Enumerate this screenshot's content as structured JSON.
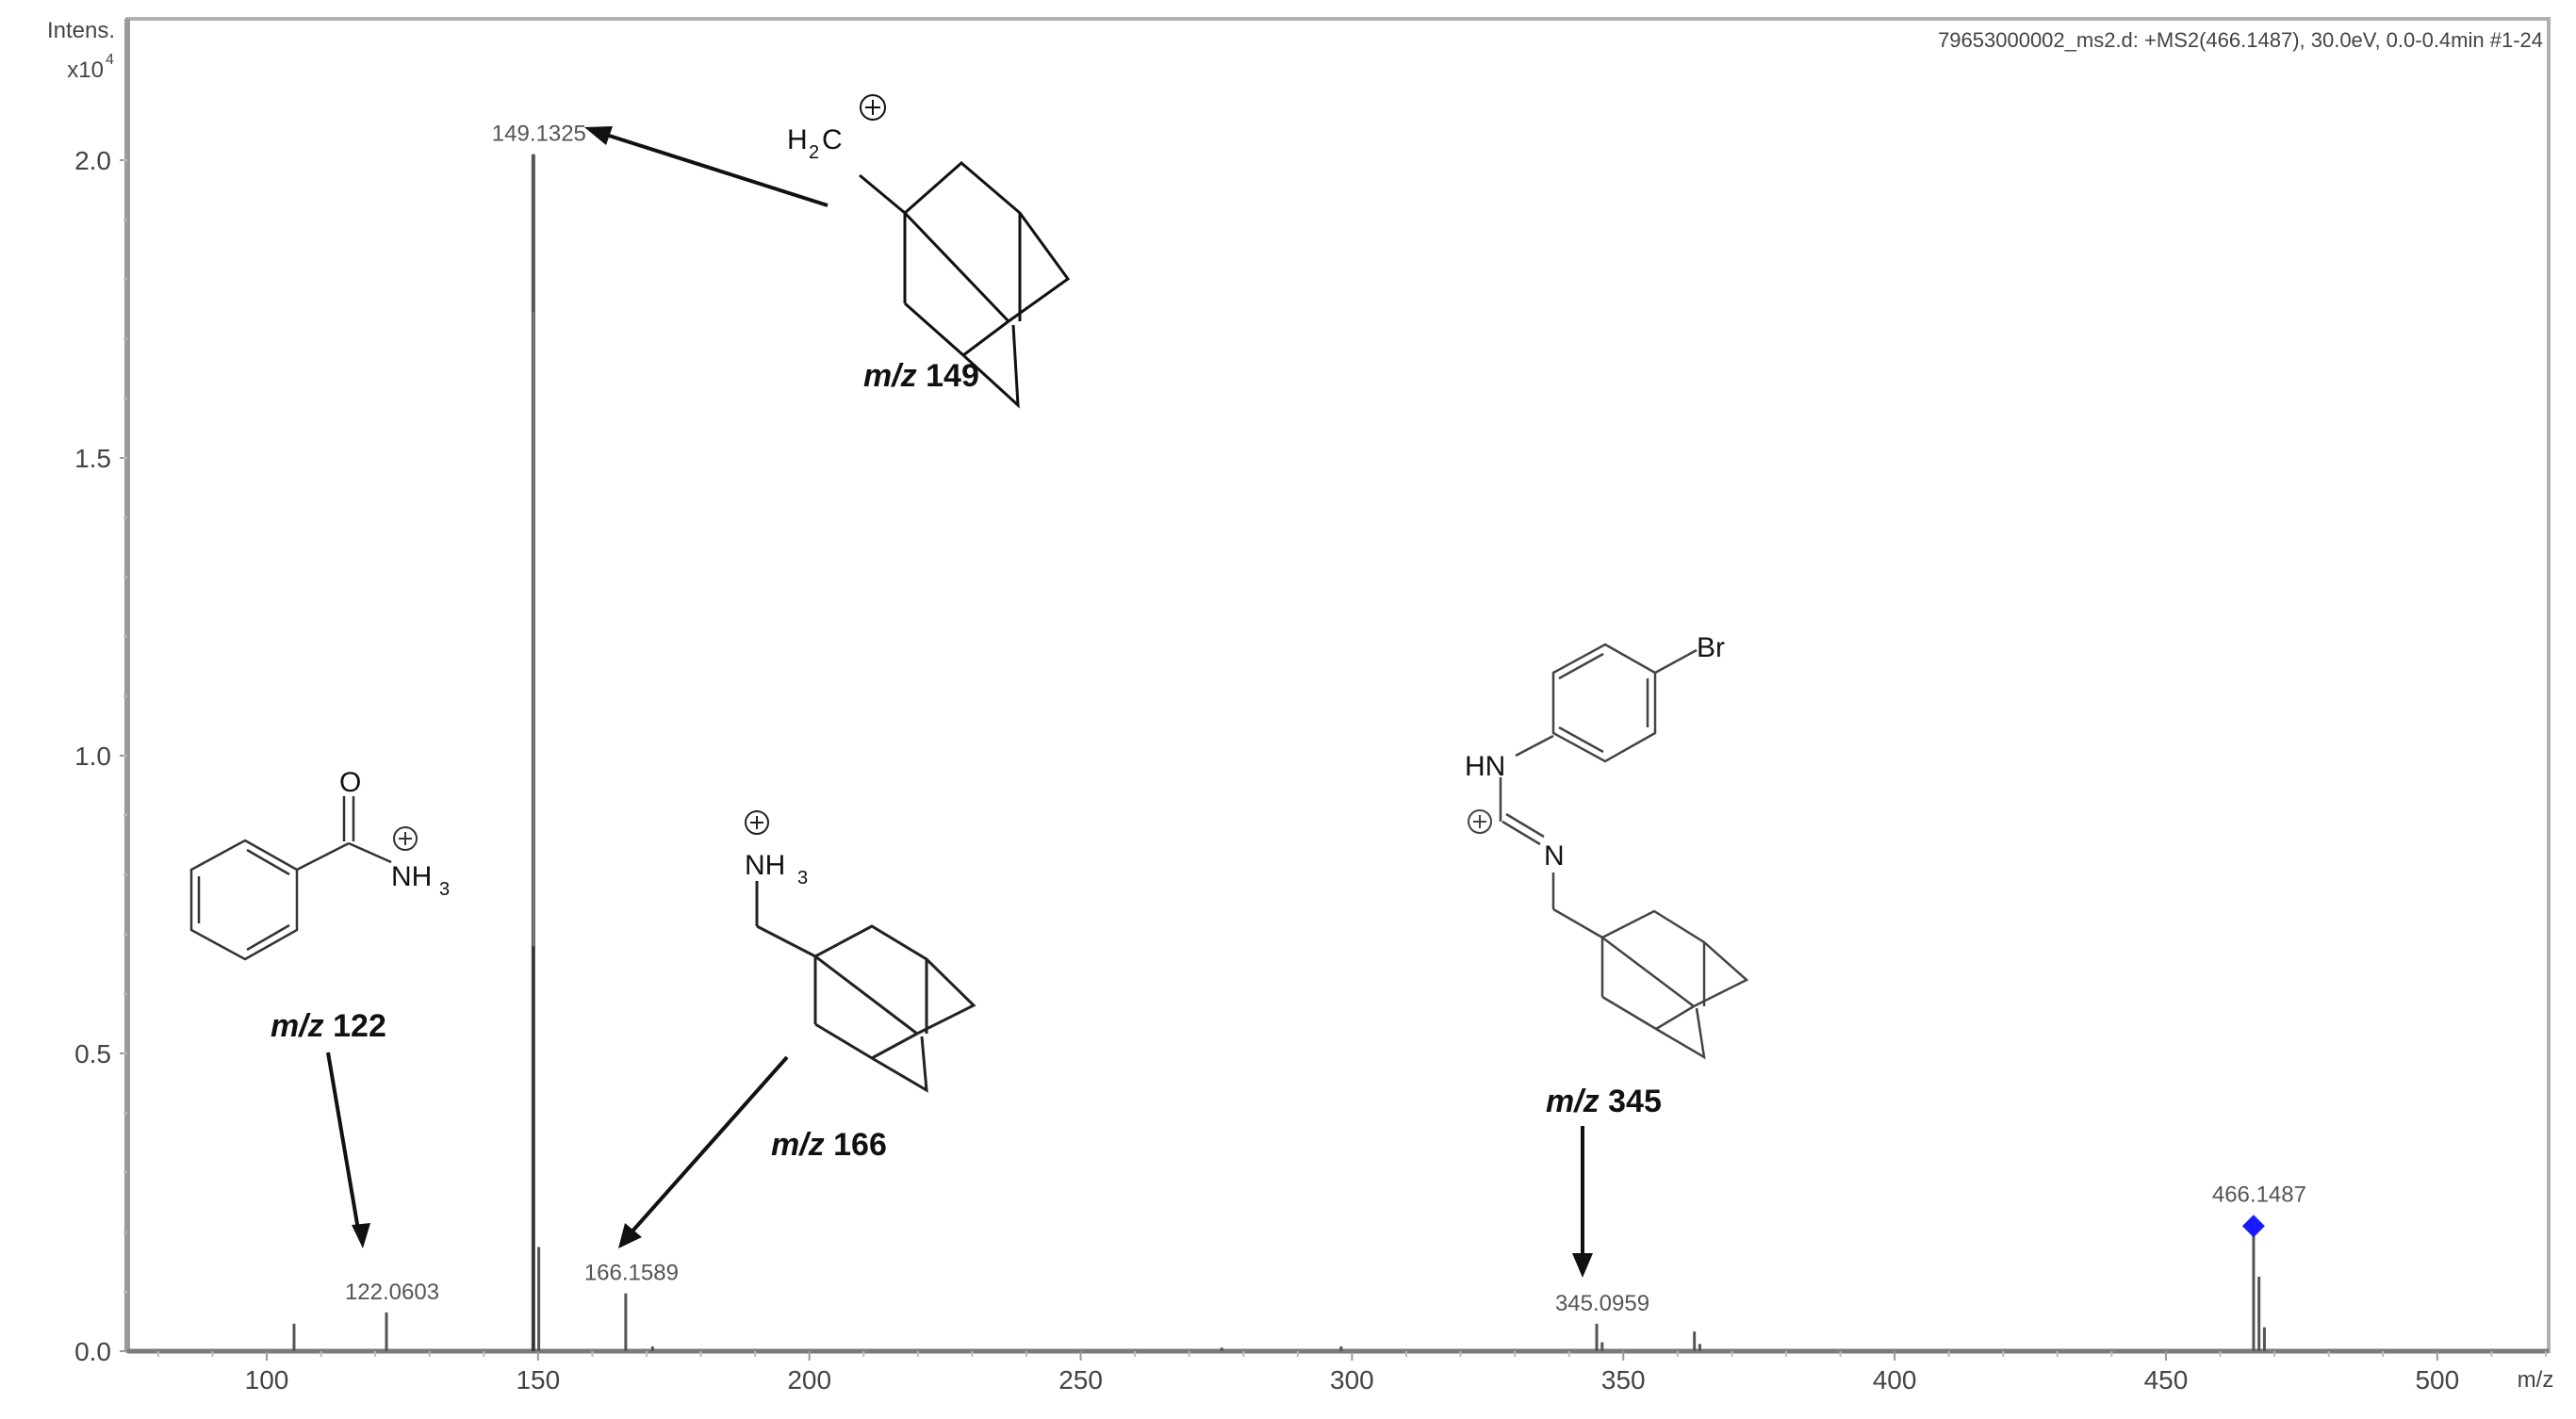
{
  "header": {
    "title": "79653000002_ms2.d: +MS2(466.1487), 30.0eV, 0.0-0.4min #1-24"
  },
  "axes": {
    "y_title_line1": "Intens.",
    "y_title_line2": "x10",
    "y_title_exp": "4",
    "x_title": "m/z"
  },
  "colors": {
    "axis": "#9a9a9a",
    "peak": "#555555",
    "peak_dark": "#333333",
    "precursor_marker": "#1a1aff",
    "annotation": "#111111"
  },
  "chart_data": {
    "type": "bar",
    "title": "79653000002_ms2.d: +MS2(466.1487), 30.0eV, 0.0-0.4min #1-24",
    "xlabel": "m/z",
    "ylabel": "Intens. x10^4",
    "xlim": [
      74,
      520
    ],
    "ylim": [
      0,
      2.1
    ],
    "x_ticks": [
      100,
      150,
      200,
      250,
      300,
      350,
      400,
      450,
      500
    ],
    "y_ticks": [
      0.0,
      0.5,
      1.0,
      1.5,
      2.0
    ],
    "y_tick_labels": [
      "0.0",
      "0.5",
      "1.0",
      "1.5",
      "2.0"
    ],
    "grid": false,
    "peaks": [
      {
        "mz": 105.03,
        "intensity": 0.046,
        "label": ""
      },
      {
        "mz": 122.0603,
        "intensity": 0.065,
        "label": "122.0603"
      },
      {
        "mz": 149.1325,
        "intensity": 2.01,
        "label": "149.1325"
      },
      {
        "mz": 150.13,
        "intensity": 0.175,
        "label": ""
      },
      {
        "mz": 166.1589,
        "intensity": 0.097,
        "label": "166.1589"
      },
      {
        "mz": 171.1,
        "intensity": 0.008,
        "label": ""
      },
      {
        "mz": 276.0,
        "intensity": 0.006,
        "label": ""
      },
      {
        "mz": 298.0,
        "intensity": 0.008,
        "label": ""
      },
      {
        "mz": 345.0959,
        "intensity": 0.046,
        "label": "345.0959"
      },
      {
        "mz": 346.1,
        "intensity": 0.015,
        "label": ""
      },
      {
        "mz": 363.1,
        "intensity": 0.033,
        "label": ""
      },
      {
        "mz": 364.1,
        "intensity": 0.012,
        "label": ""
      },
      {
        "mz": 466.1487,
        "intensity": 0.21,
        "label": "466.1487",
        "precursor": true
      },
      {
        "mz": 467.15,
        "intensity": 0.125,
        "label": ""
      },
      {
        "mz": 468.15,
        "intensity": 0.04,
        "label": ""
      }
    ],
    "annotations": [
      {
        "text_italic": "m/z",
        "text": "149",
        "points_to_mz": 149.1325,
        "structure": "adamantylmethyl cation (H2C+ on adamantane)"
      },
      {
        "text_italic": "m/z",
        "text": "122",
        "points_to_mz": 122.0603,
        "structure": "protonated benzamide (C(=O)NH3+)"
      },
      {
        "text_italic": "m/z",
        "text": "166",
        "points_to_mz": 166.1589,
        "structure": "adamantylmethylammonium (NH3+)"
      },
      {
        "text_italic": "m/z",
        "text": "345",
        "points_to_mz": 345.0959,
        "structure": "4-bromophenyl-diazenium adamantylmethyl (HN-N+=N, Br)"
      }
    ]
  },
  "structures": {
    "s149": {
      "group": "H",
      "sub": "2",
      "atom": "C",
      "charge": "+"
    },
    "s122": {
      "o": "O",
      "group": "NH",
      "sub": "3",
      "charge": "+"
    },
    "s166": {
      "group": "NH",
      "sub": "3",
      "charge": "+"
    },
    "s345": {
      "br": "Br",
      "hn": "HN",
      "n": "N",
      "charge": "+"
    }
  }
}
